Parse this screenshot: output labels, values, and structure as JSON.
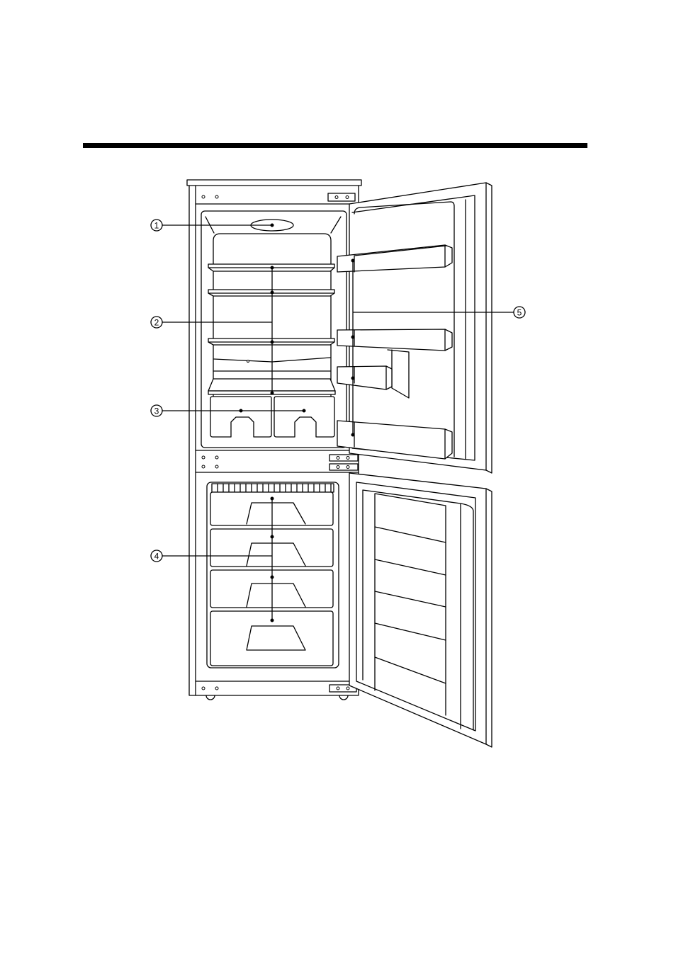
{
  "callouts": [
    {
      "label": "1"
    },
    {
      "label": "2"
    },
    {
      "label": "3"
    },
    {
      "label": "4"
    },
    {
      "label": "5"
    }
  ],
  "colors": {
    "line": "#000000",
    "background": "#ffffff"
  }
}
